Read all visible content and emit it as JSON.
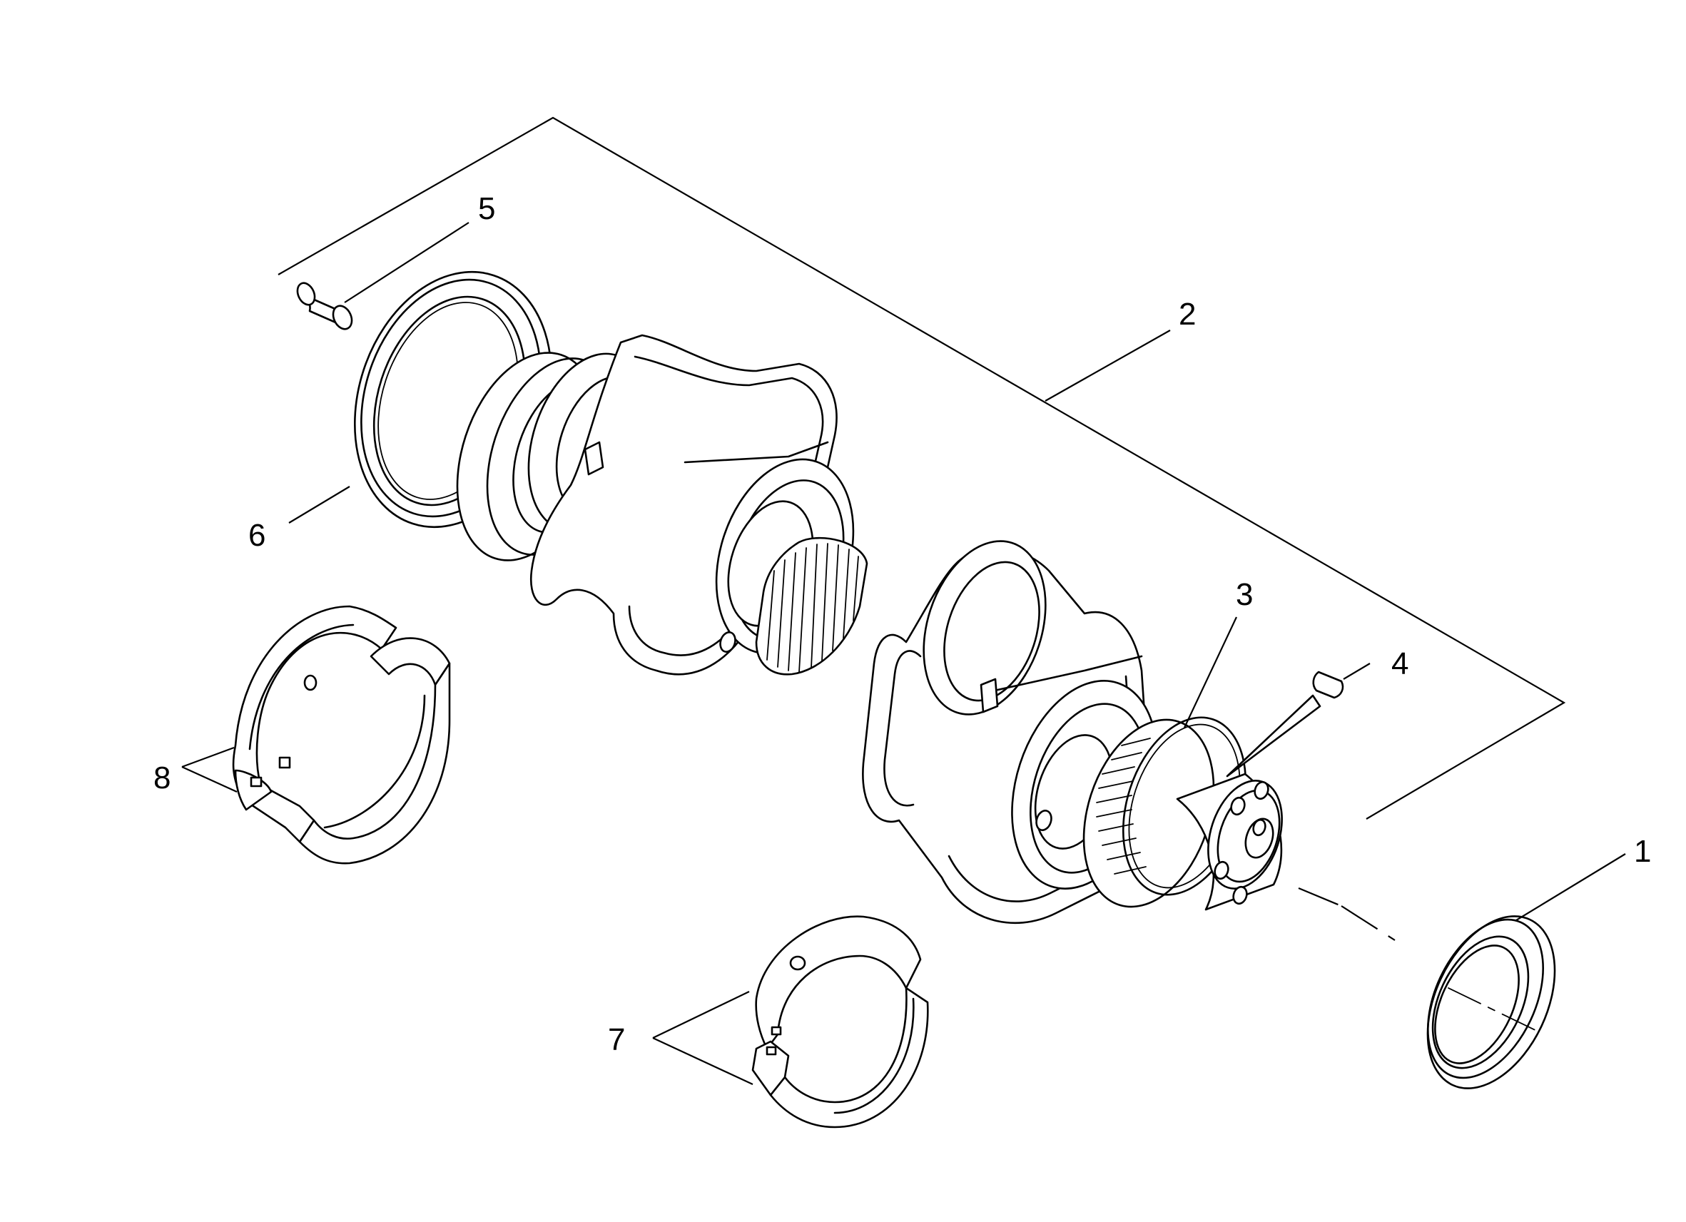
{
  "diagram": {
    "callouts": [
      {
        "id": "1",
        "label": "1"
      },
      {
        "id": "2",
        "label": "2"
      },
      {
        "id": "3",
        "label": "3"
      },
      {
        "id": "4",
        "label": "4"
      },
      {
        "id": "5",
        "label": "5"
      },
      {
        "id": "6",
        "label": "6"
      },
      {
        "id": "7",
        "label": "7"
      },
      {
        "id": "8",
        "label": "8"
      }
    ],
    "colors": {
      "ink": "#000000",
      "paper": "#ffffff"
    }
  }
}
